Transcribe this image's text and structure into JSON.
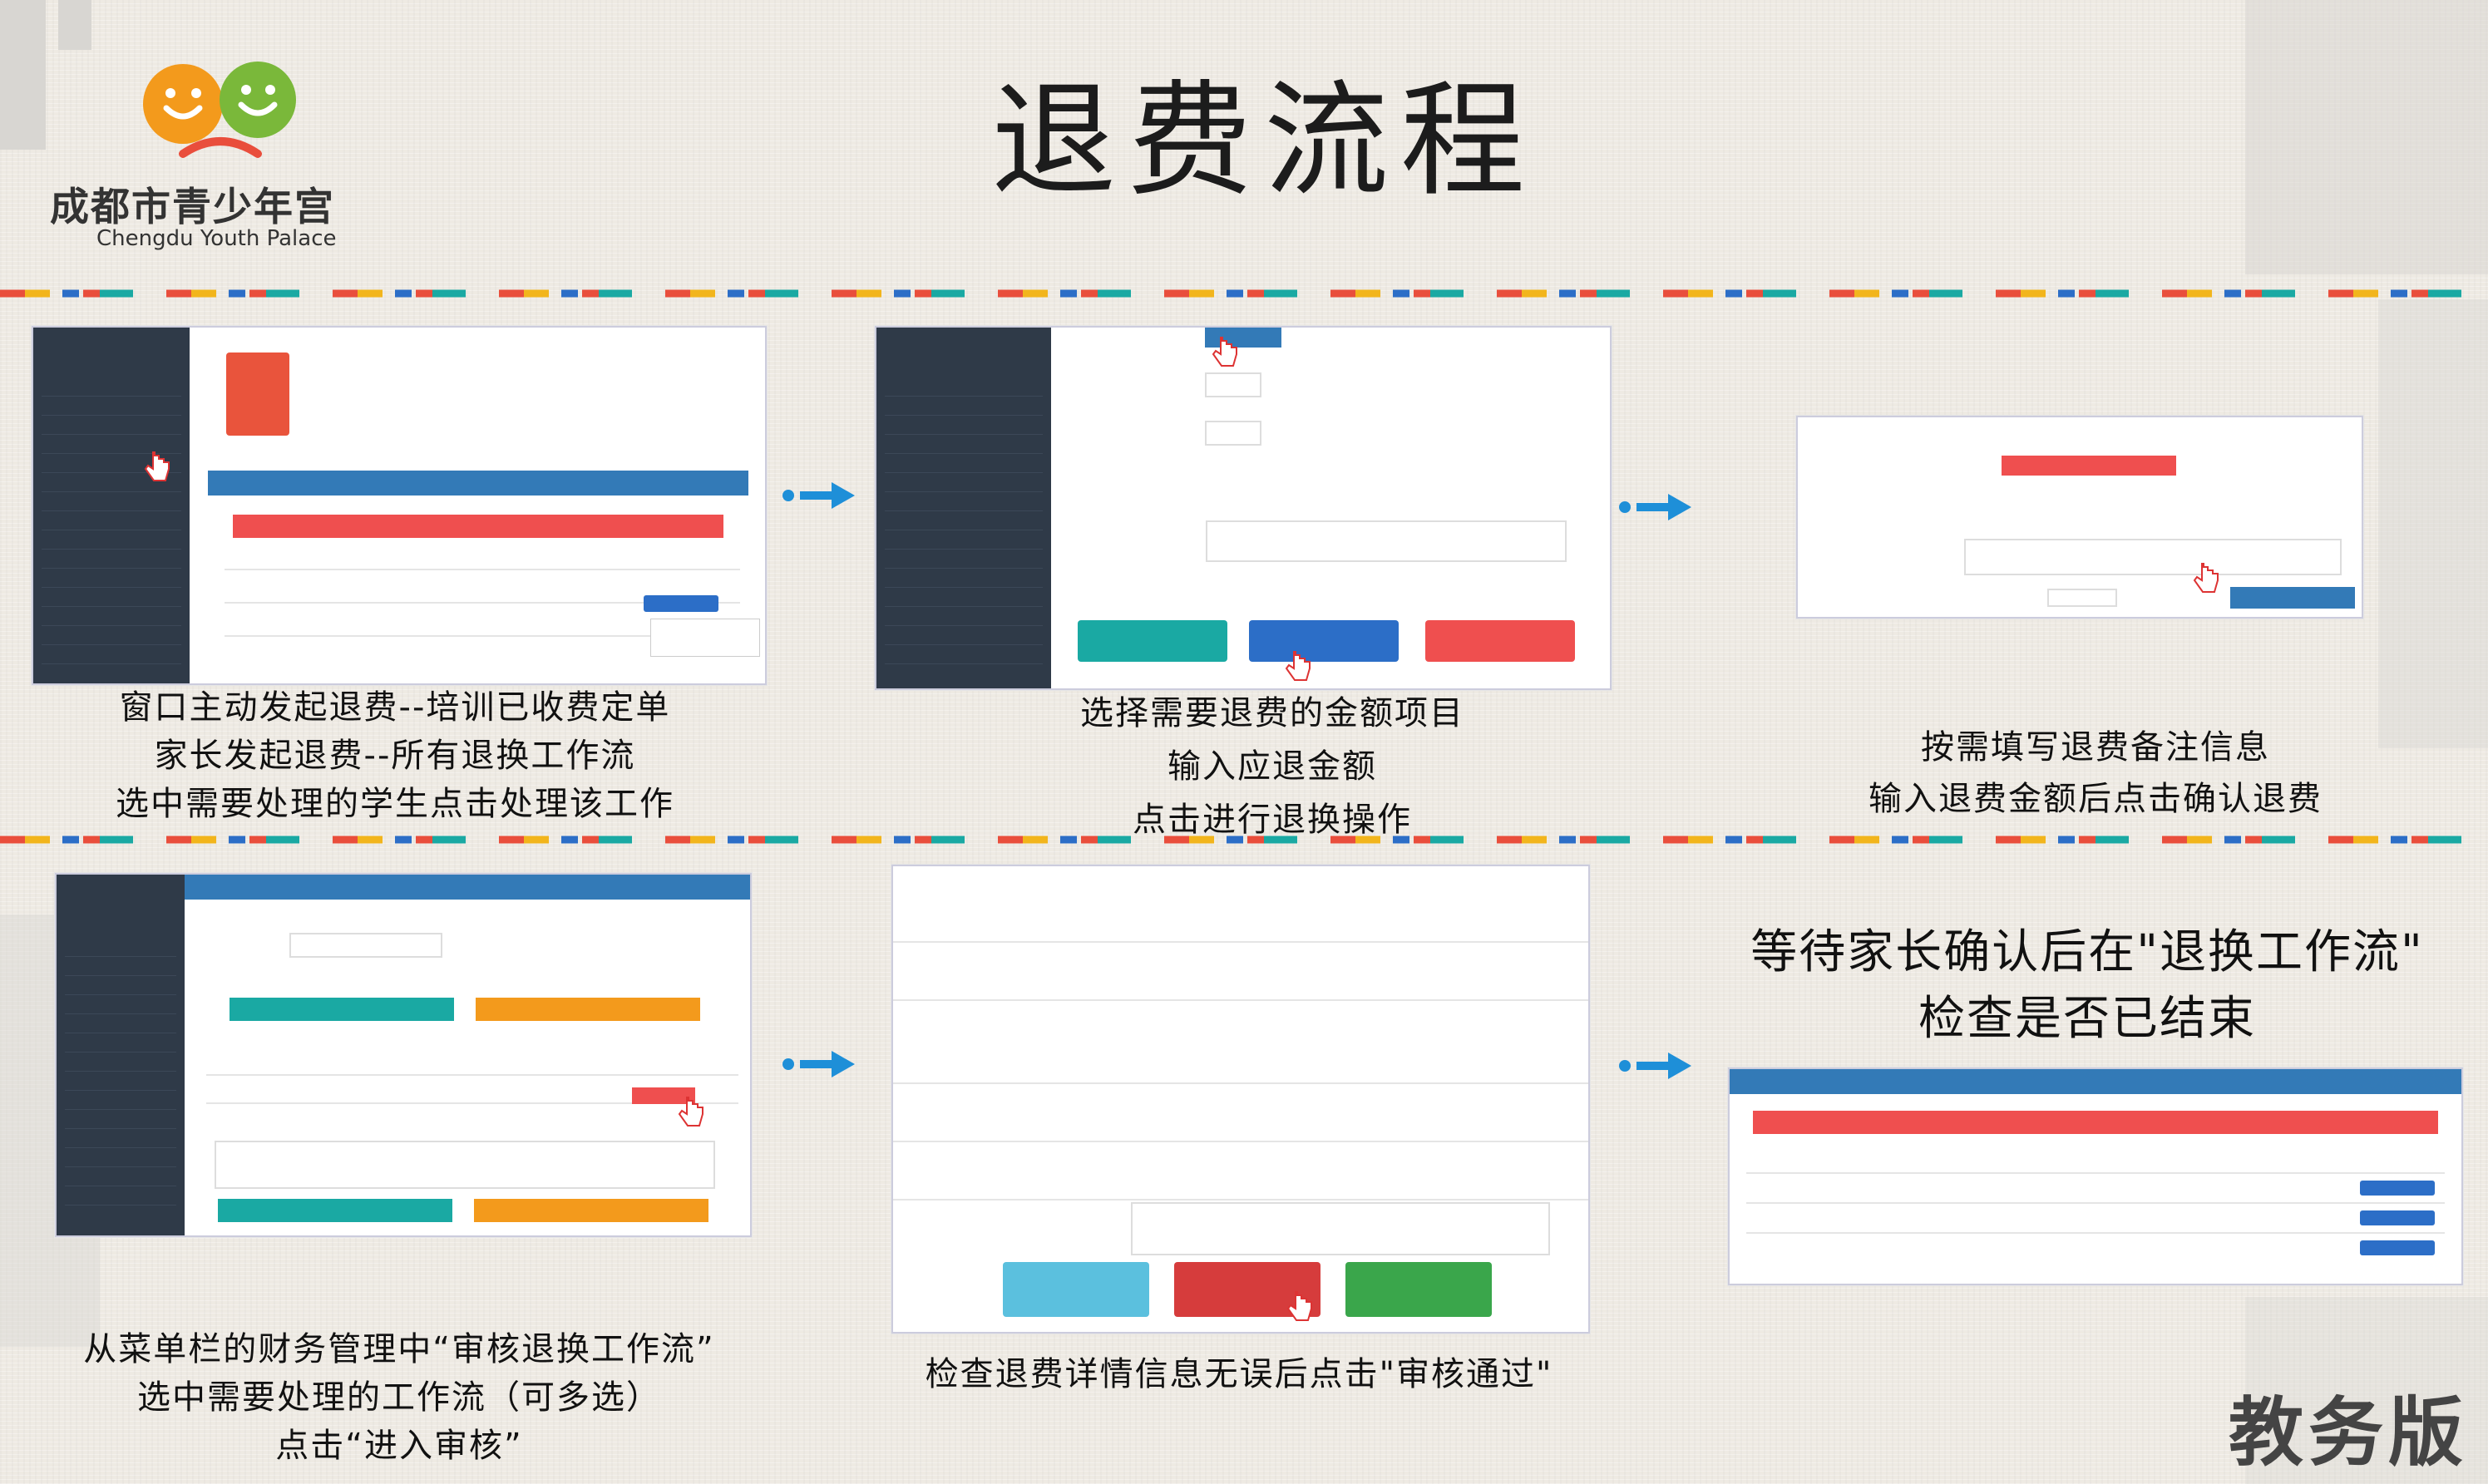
{
  "header": {
    "logo_title": "成都市青少年宫",
    "logo_subtitle": "Chengdu Youth Palace",
    "title": "退费流程",
    "edition": "教务版"
  },
  "steps": [
    {
      "caption": [
        "窗口主动发起退费--培训已收费定单",
        "家长发起退费--所有退换工作流",
        "选中需要处理的学生点击处理该工作"
      ]
    },
    {
      "caption": [
        "选择需要退费的金额项目",
        "输入应退金额",
        "点击进行退换操作"
      ]
    },
    {
      "caption": [
        "按需填写退费备注信息",
        "输入退费金额后点击确认退费"
      ]
    },
    {
      "caption": [
        "从菜单栏的财务管理中“审核退换工作流”",
        "选中需要处理的工作流（可多选）",
        "点击“进入审核”"
      ]
    },
    {
      "caption": [
        "检查退费详情信息无误后点击\"审核通过\""
      ]
    },
    {
      "caption": [
        "等待家长确认后在\"退换工作流\"",
        "检查是否已结束"
      ]
    }
  ],
  "colors": {
    "sidebar": "#2f3a48",
    "primary_blue": "#337ab7",
    "red": "#ef4f4f",
    "teal": "#1aa9a3",
    "orange": "#f39a1c",
    "green": "#3aa64b",
    "arrow": "#1e8fd8"
  },
  "icons": [
    "arrow-right-icon",
    "pointer-hand-icon",
    "calendar-icon",
    "logo-faces-icon"
  ]
}
